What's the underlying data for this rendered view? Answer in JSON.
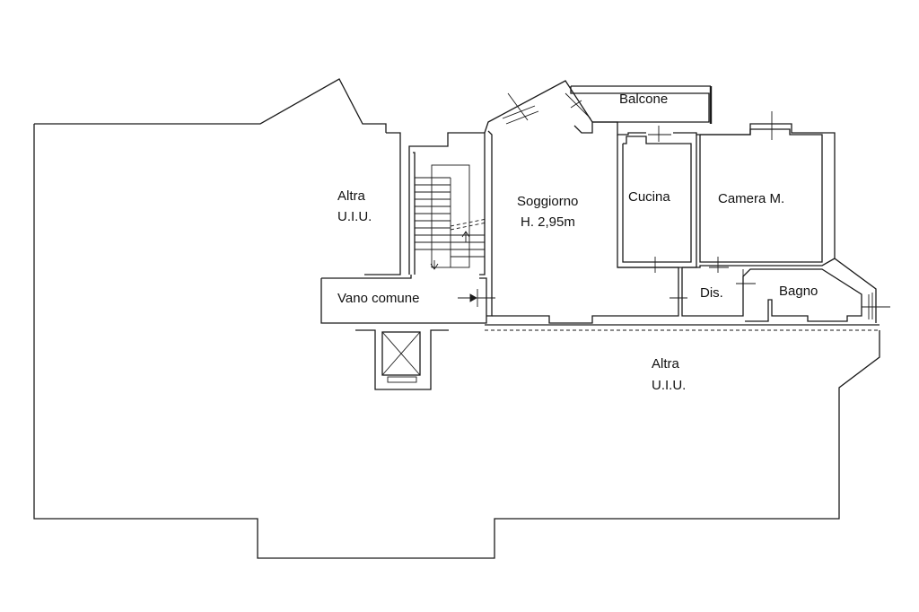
{
  "labels": {
    "balcone": "Balcone",
    "altra_left_1": "Altra",
    "altra_left_2": "U.I.U.",
    "soggiorno_1": "Soggiorno",
    "soggiorno_2": "H. 2,95m",
    "cucina": "Cucina",
    "camera": "Camera M.",
    "vano_comune": "Vano comune",
    "dis": "Dis.",
    "bagno": "Bagno",
    "altra_bottom_1": "Altra",
    "altra_bottom_2": "U.I.U."
  }
}
